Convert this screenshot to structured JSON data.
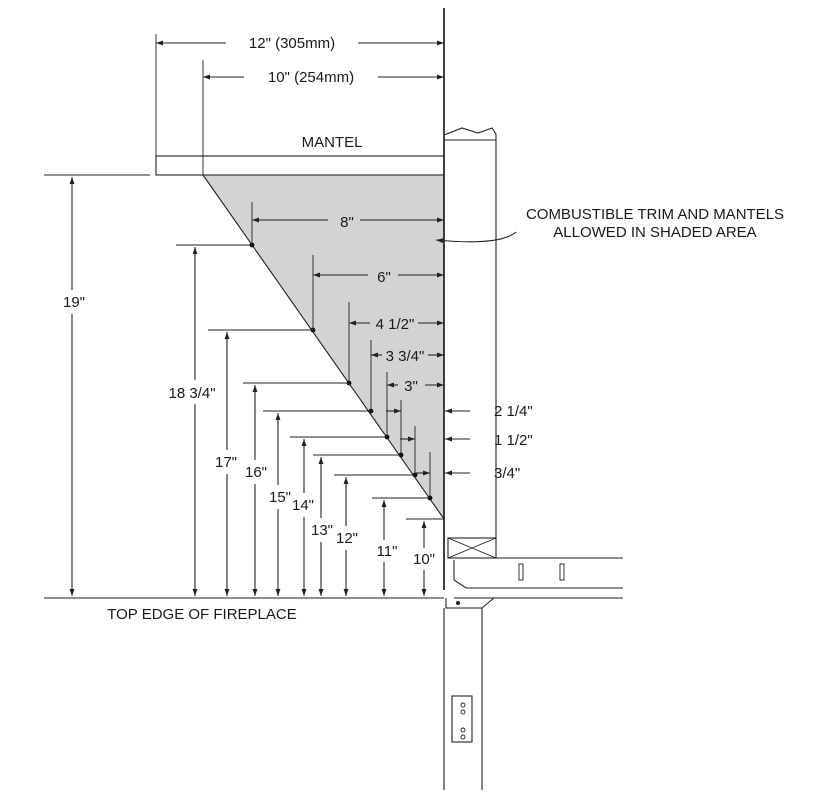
{
  "labels": {
    "mantel": "MANTEL",
    "fireplace_top": "TOP EDGE OF FIREPLACE",
    "note_line1": "COMBUSTIBLE TRIM AND MANTELS",
    "note_line2": "ALLOWED IN SHADED AREA"
  },
  "horizontal_dims": {
    "d12": "12\" (305mm)",
    "d10": "10\" (254mm)",
    "d8": "8\"",
    "d6": "6\"",
    "d4_5": "4 1/2\"",
    "d3_75": "3 3/4\"",
    "d3": "3\"",
    "d2_25": "2 1/4\"",
    "d1_5": "1 1/2\"",
    "d0_75": "3/4\""
  },
  "vertical_dims": {
    "v19": "19\"",
    "v18_75": "18 3/4\"",
    "v17": "17\"",
    "v16": "16\"",
    "v15": "15\"",
    "v14": "14\"",
    "v13": "13\"",
    "v12": "12\"",
    "v11": "11\"",
    "v10": "10\""
  },
  "colors": {
    "shade": "#d3d3d3",
    "line": "#222222"
  }
}
